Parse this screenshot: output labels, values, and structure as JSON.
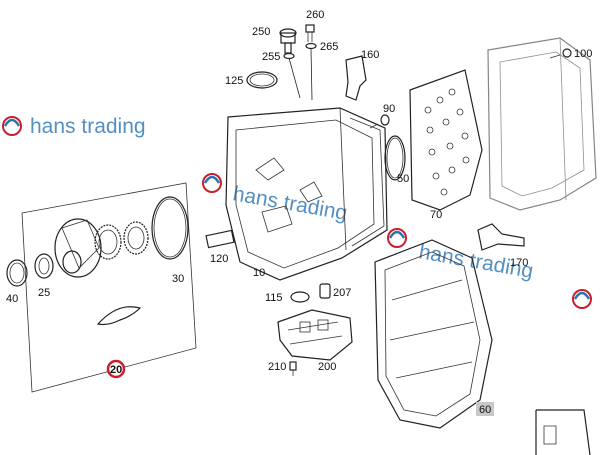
{
  "callouts": {
    "c10": "10",
    "c20": "20",
    "c25": "25",
    "c30": "30",
    "c40": "40",
    "c50": "50",
    "c60": "60",
    "c70": "70",
    "c90": "90",
    "c100": "100",
    "c115": "115",
    "c120": "120",
    "c125": "125",
    "c160": "160",
    "c170": "170",
    "c200": "200",
    "c207": "207",
    "c210": "210",
    "c250": "250",
    "c255": "255",
    "c260": "260",
    "c265": "265"
  },
  "watermark": {
    "text": "hans trading",
    "color": "#2a74b5",
    "logo_color": "#c8202a"
  },
  "highlight_color": "#c8202a",
  "label_box_color": "#c8c8c8"
}
